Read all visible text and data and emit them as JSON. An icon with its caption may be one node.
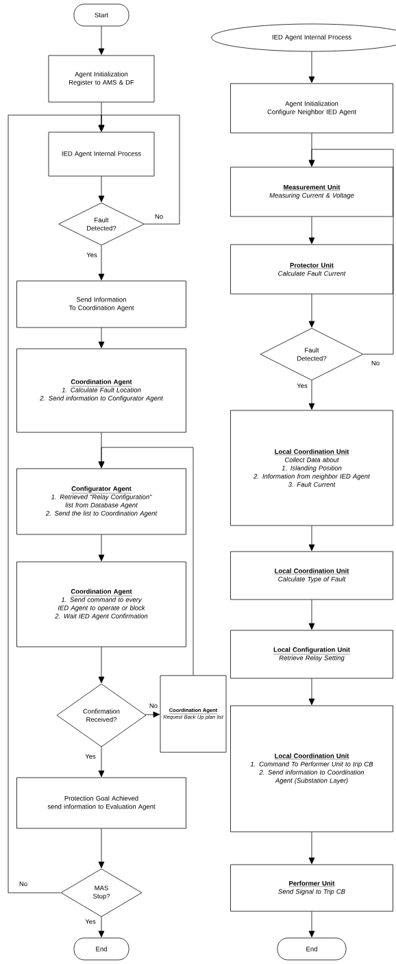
{
  "diagram": {
    "nodes": [
      {
        "text": [
          "Start"
        ]
      },
      {
        "text": [
          "Agent Initialization",
          "Register to AMS & DF"
        ]
      },
      {
        "text": [
          "IED Agent Internal Process"
        ]
      },
      {
        "text": [
          "Fault Detected?"
        ]
      },
      {
        "text": [
          "Send Information",
          "To Coordination Agent"
        ]
      },
      {
        "text": [
          "Coordination Agent",
          "1. Calculate Fault Location",
          "2. Send information to Configurator Agent"
        ]
      },
      {
        "text": [
          "Configurator Agent",
          "1. Retrieved “Relay Configuration” list from Database Agent",
          "2. Send the list to Coordination Agent"
        ]
      },
      {
        "text": [
          "Coordination Agent",
          "1. Send command to every IED Agent to operate or block",
          "2. Wait IED Agent Confirmation"
        ]
      },
      {
        "text": [
          "Confirmation Received?"
        ]
      },
      {
        "text": [
          "Coordination Agent",
          "Request Back Up plan list"
        ]
      },
      {
        "text": [
          "Protection Goal Achieved",
          "send information to Evaluation Agent"
        ]
      },
      {
        "text": [
          "MAS Stop?"
        ]
      },
      {
        "text": [
          "End"
        ]
      },
      {
        "text": [
          "IED Agent Internal Process"
        ]
      },
      {
        "text": [
          "Agent Initialization",
          "Configure Neighbor IED Agent"
        ]
      },
      {
        "text": [
          "Measurement Unit",
          "Measuring Current & Voltage"
        ]
      },
      {
        "text": [
          "Protector Unit",
          "Calculate Fault Current"
        ]
      },
      {
        "text": [
          "Fault Detected?"
        ]
      },
      {
        "text": [
          "Local Coordination Unit",
          "Collect Data about",
          "1. Islanding Position",
          "2. Information from neighbor IED Agent",
          "3. Fault Current"
        ]
      },
      {
        "text": [
          "Local Coordination Unit",
          "Calculate Type of Fault"
        ]
      },
      {
        "text": [
          "Local Configuration Unit",
          "Retrieve Relay Setting"
        ]
      },
      {
        "text": [
          "Local Coordination Unit",
          "1. Command To Performer Unit to trip CB",
          "2. Send information to Coordination Agent (Substation Layer)"
        ]
      },
      {
        "text": [
          "Performer Unit",
          "Send Signal to Trip CB"
        ]
      },
      {
        "text": [
          "End"
        ]
      }
    ],
    "edges": [
      {
        "from": 0,
        "to": 1,
        "arrow": "to"
      },
      {
        "from": 1,
        "to": 2,
        "arrow": "to"
      },
      {
        "from": 2,
        "to": 3,
        "arrow": "to"
      },
      {
        "from": 3,
        "to": 2,
        "arrow": "to",
        "label": "No"
      },
      {
        "from": 3,
        "to": 4,
        "arrow": "to",
        "label": "Yes"
      },
      {
        "from": 4,
        "to": 5,
        "arrow": "to"
      },
      {
        "from": 5,
        "to": 6,
        "arrow": "to"
      },
      {
        "from": 6,
        "to": 7,
        "arrow": "to"
      },
      {
        "from": 7,
        "to": 8,
        "arrow": "to"
      },
      {
        "from": 8,
        "to": 9,
        "arrow": "to",
        "label": "No"
      },
      {
        "from": 9,
        "to": 6,
        "arrow": "to"
      },
      {
        "from": 8,
        "to": 10,
        "arrow": "to",
        "label": "Yes"
      },
      {
        "from": 10,
        "to": 11,
        "arrow": "to"
      },
      {
        "from": 11,
        "to": 2,
        "arrow": "to",
        "label": "No"
      },
      {
        "from": 11,
        "to": 12,
        "arrow": "to",
        "label": "Yes"
      },
      {
        "from": 13,
        "to": 14,
        "arrow": "to"
      },
      {
        "from": 14,
        "to": 15,
        "arrow": "to"
      },
      {
        "from": 15,
        "to": 16,
        "arrow": "to"
      },
      {
        "from": 16,
        "to": 17,
        "arrow": "to"
      },
      {
        "from": 17,
        "to": 15,
        "arrow": "to",
        "label": "No"
      },
      {
        "from": 17,
        "to": 18,
        "arrow": "to",
        "label": "Yes"
      },
      {
        "from": 18,
        "to": 19,
        "arrow": "to"
      },
      {
        "from": 19,
        "to": 20,
        "arrow": "to"
      },
      {
        "from": 20,
        "to": 21,
        "arrow": "to"
      },
      {
        "from": 21,
        "to": 22,
        "arrow": "to"
      },
      {
        "from": 22,
        "to": 23,
        "arrow": "to"
      }
    ]
  }
}
